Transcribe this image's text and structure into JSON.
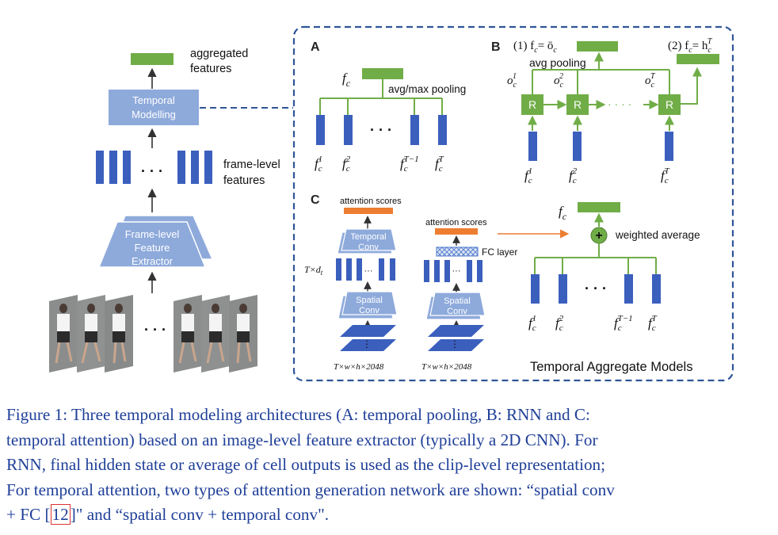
{
  "figure": {
    "left": {
      "aggregated": "aggregated",
      "features": "features",
      "temporal_1": "Temporal",
      "temporal_2": "Modelling",
      "frame_level": "frame-level",
      "frame_features": "features",
      "extractor_1": "Frame-level",
      "extractor_2": "Feature",
      "extractor_3": "Extractor",
      "dots": "· · ·"
    },
    "panel_a": {
      "letter": "A",
      "fc": "f",
      "fc_sub": "c",
      "pooling": "avg/max pooling",
      "f1": "f",
      "f1_sub": "c",
      "f1_sup": "1",
      "f2": "f",
      "f2_sub": "c",
      "f2_sup": "2",
      "fT1": "f",
      "fT1_sub": "c",
      "fT1_sup": "T−1",
      "fT": "f",
      "fT_sub": "c",
      "fT_sup": "T",
      "dots": "· · ·"
    },
    "panel_b": {
      "letter": "B",
      "opt1": "(1) f",
      "opt1_sub": "c",
      "opt1_eq": "= ō",
      "opt1_eq_sub": "c",
      "opt2": "(2) f",
      "opt2_sub": "c",
      "opt2_eq": "= h",
      "opt2_eq_sub": "c",
      "opt2_eq_sup": "T",
      "avg_pooling": "avg pooling",
      "o1": "o",
      "o1_sub": "c",
      "o1_sup": "1",
      "o2": "o",
      "o2_sub": "c",
      "o2_sup": "2",
      "oT": "o",
      "oT_sub": "c",
      "oT_sup": "T",
      "r": "R",
      "f1": "f",
      "f1_sub": "c",
      "f1_sup": "1",
      "f2": "f",
      "f2_sub": "c",
      "f2_sup": "2",
      "fT": "f",
      "fT_sub": "c",
      "fT_sup": "T",
      "dots": "· · · ·"
    },
    "panel_c": {
      "letter": "C",
      "attention_scores": "attention scores",
      "temporal_conv_1": "Temporal",
      "temporal_conv_2": "Conv",
      "spatial_conv_1": "Spatial",
      "spatial_conv_2": "Conv",
      "fc_layer": "FC layer",
      "t_dt": "T×d",
      "t_dt_sub": "t",
      "input_dims": "T×w×h×2048",
      "fc": "f",
      "fc_sub": "c",
      "weighted_average": "weighted average",
      "plus": "+",
      "f1": "f",
      "f1_sub": "c",
      "f1_sup": "1",
      "f2": "f",
      "f2_sub": "c",
      "f2_sup": "2",
      "fT1": "f",
      "fT1_sub": "c",
      "fT1_sup": "T−1",
      "fT": "f",
      "fT_sub": "c",
      "fT_sup": "T",
      "dots": "· · ·",
      "vdots": "⋮",
      "small_dots": "···"
    },
    "box_title": "Temporal Aggregate Models"
  },
  "caption": {
    "line1": "Figure 1:  Three temporal modeling architectures (A: temporal pooling, B: RNN and C:",
    "line2": "temporal attention) based on an image-level feature extractor (typically a 2D CNN). For",
    "line3": "RNN, final hidden state or average of cell outputs is used as the clip-level representation;",
    "line4_a": "For temporal attention, two types of attention generation network are shown: “spatial conv",
    "line5_a": "+ FC [",
    "line5_ref": "12",
    "line5_b": "]\" and “spatial conv + temporal conv\"."
  },
  "colors": {
    "blue_bar": "#3b5fbd",
    "light_blue": "#8eaadb",
    "green": "#70ad47",
    "orange": "#ed7d31",
    "dash_border": "#2f5597",
    "caption": "#1f3f98"
  }
}
